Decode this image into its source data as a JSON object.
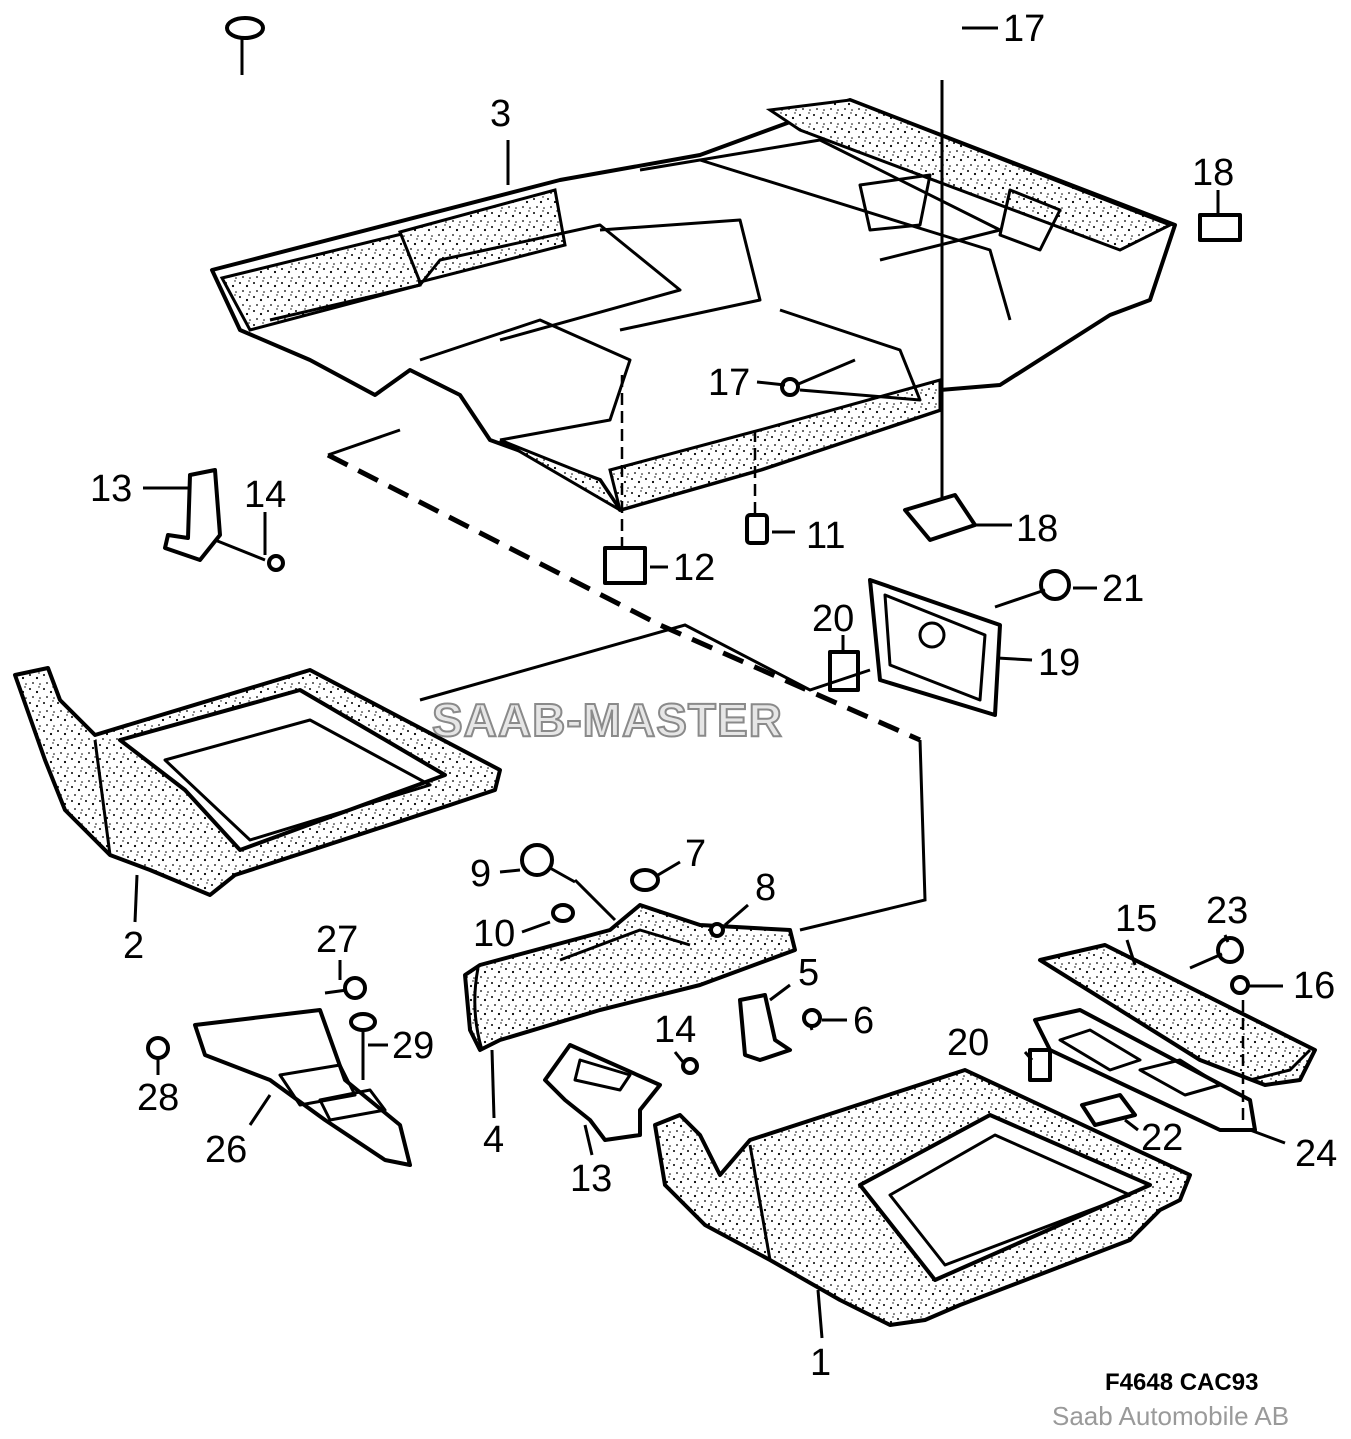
{
  "diagram": {
    "watermark": "SAAB-MASTER",
    "figure_ref": "F4648 CAC93",
    "credit": "Saab Automobile AB",
    "callouts": [
      {
        "id": "1",
        "text": "1"
      },
      {
        "id": "2",
        "text": "2"
      },
      {
        "id": "3",
        "text": "3"
      },
      {
        "id": "4",
        "text": "4"
      },
      {
        "id": "5",
        "text": "5"
      },
      {
        "id": "6",
        "text": "6"
      },
      {
        "id": "7",
        "text": "7"
      },
      {
        "id": "8",
        "text": "8"
      },
      {
        "id": "9",
        "text": "9"
      },
      {
        "id": "10",
        "text": "10"
      },
      {
        "id": "11",
        "text": "11"
      },
      {
        "id": "12",
        "text": "12"
      },
      {
        "id": "13a",
        "text": "13"
      },
      {
        "id": "13b",
        "text": "13"
      },
      {
        "id": "14a",
        "text": "14"
      },
      {
        "id": "14b",
        "text": "14"
      },
      {
        "id": "15",
        "text": "15"
      },
      {
        "id": "16",
        "text": "16"
      },
      {
        "id": "17a",
        "text": "17"
      },
      {
        "id": "17b",
        "text": "17"
      },
      {
        "id": "18a",
        "text": "18"
      },
      {
        "id": "18b",
        "text": "18"
      },
      {
        "id": "19",
        "text": "19"
      },
      {
        "id": "20a",
        "text": "20"
      },
      {
        "id": "20b",
        "text": "20"
      },
      {
        "id": "21",
        "text": "21"
      },
      {
        "id": "22",
        "text": "22"
      },
      {
        "id": "23",
        "text": "23"
      },
      {
        "id": "24",
        "text": "24"
      },
      {
        "id": "26",
        "text": "26"
      },
      {
        "id": "27",
        "text": "27"
      },
      {
        "id": "28",
        "text": "28"
      },
      {
        "id": "29",
        "text": "29"
      }
    ]
  }
}
